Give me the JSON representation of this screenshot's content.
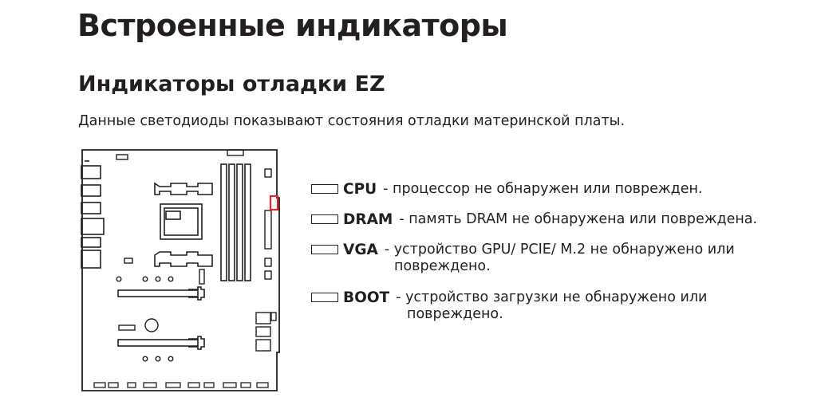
{
  "title": "Встроенные индикаторы",
  "subtitle": "Индикаторы отладки EZ",
  "intro": "Данные светодиоды показывают состояния отладки материнской платы.",
  "legend": [
    {
      "name": "CPU",
      "desc": " - процессор не обнаружен или поврежден.",
      "cont": ""
    },
    {
      "name": "DRAM",
      "desc": " - память DRAM не обнаружена или повреждена.",
      "cont": ""
    },
    {
      "name": "VGA",
      "desc": " - устройство GPU/ PCIE/ M.2 не обнаружено или",
      "cont": "повреждено."
    },
    {
      "name": "BOOT",
      "desc": " - устройство загрузки не обнаружено или",
      "cont": "повреждено."
    }
  ],
  "colors": {
    "ink": "#231f20",
    "highlight": "#e3262e",
    "background": "#ffffff"
  }
}
